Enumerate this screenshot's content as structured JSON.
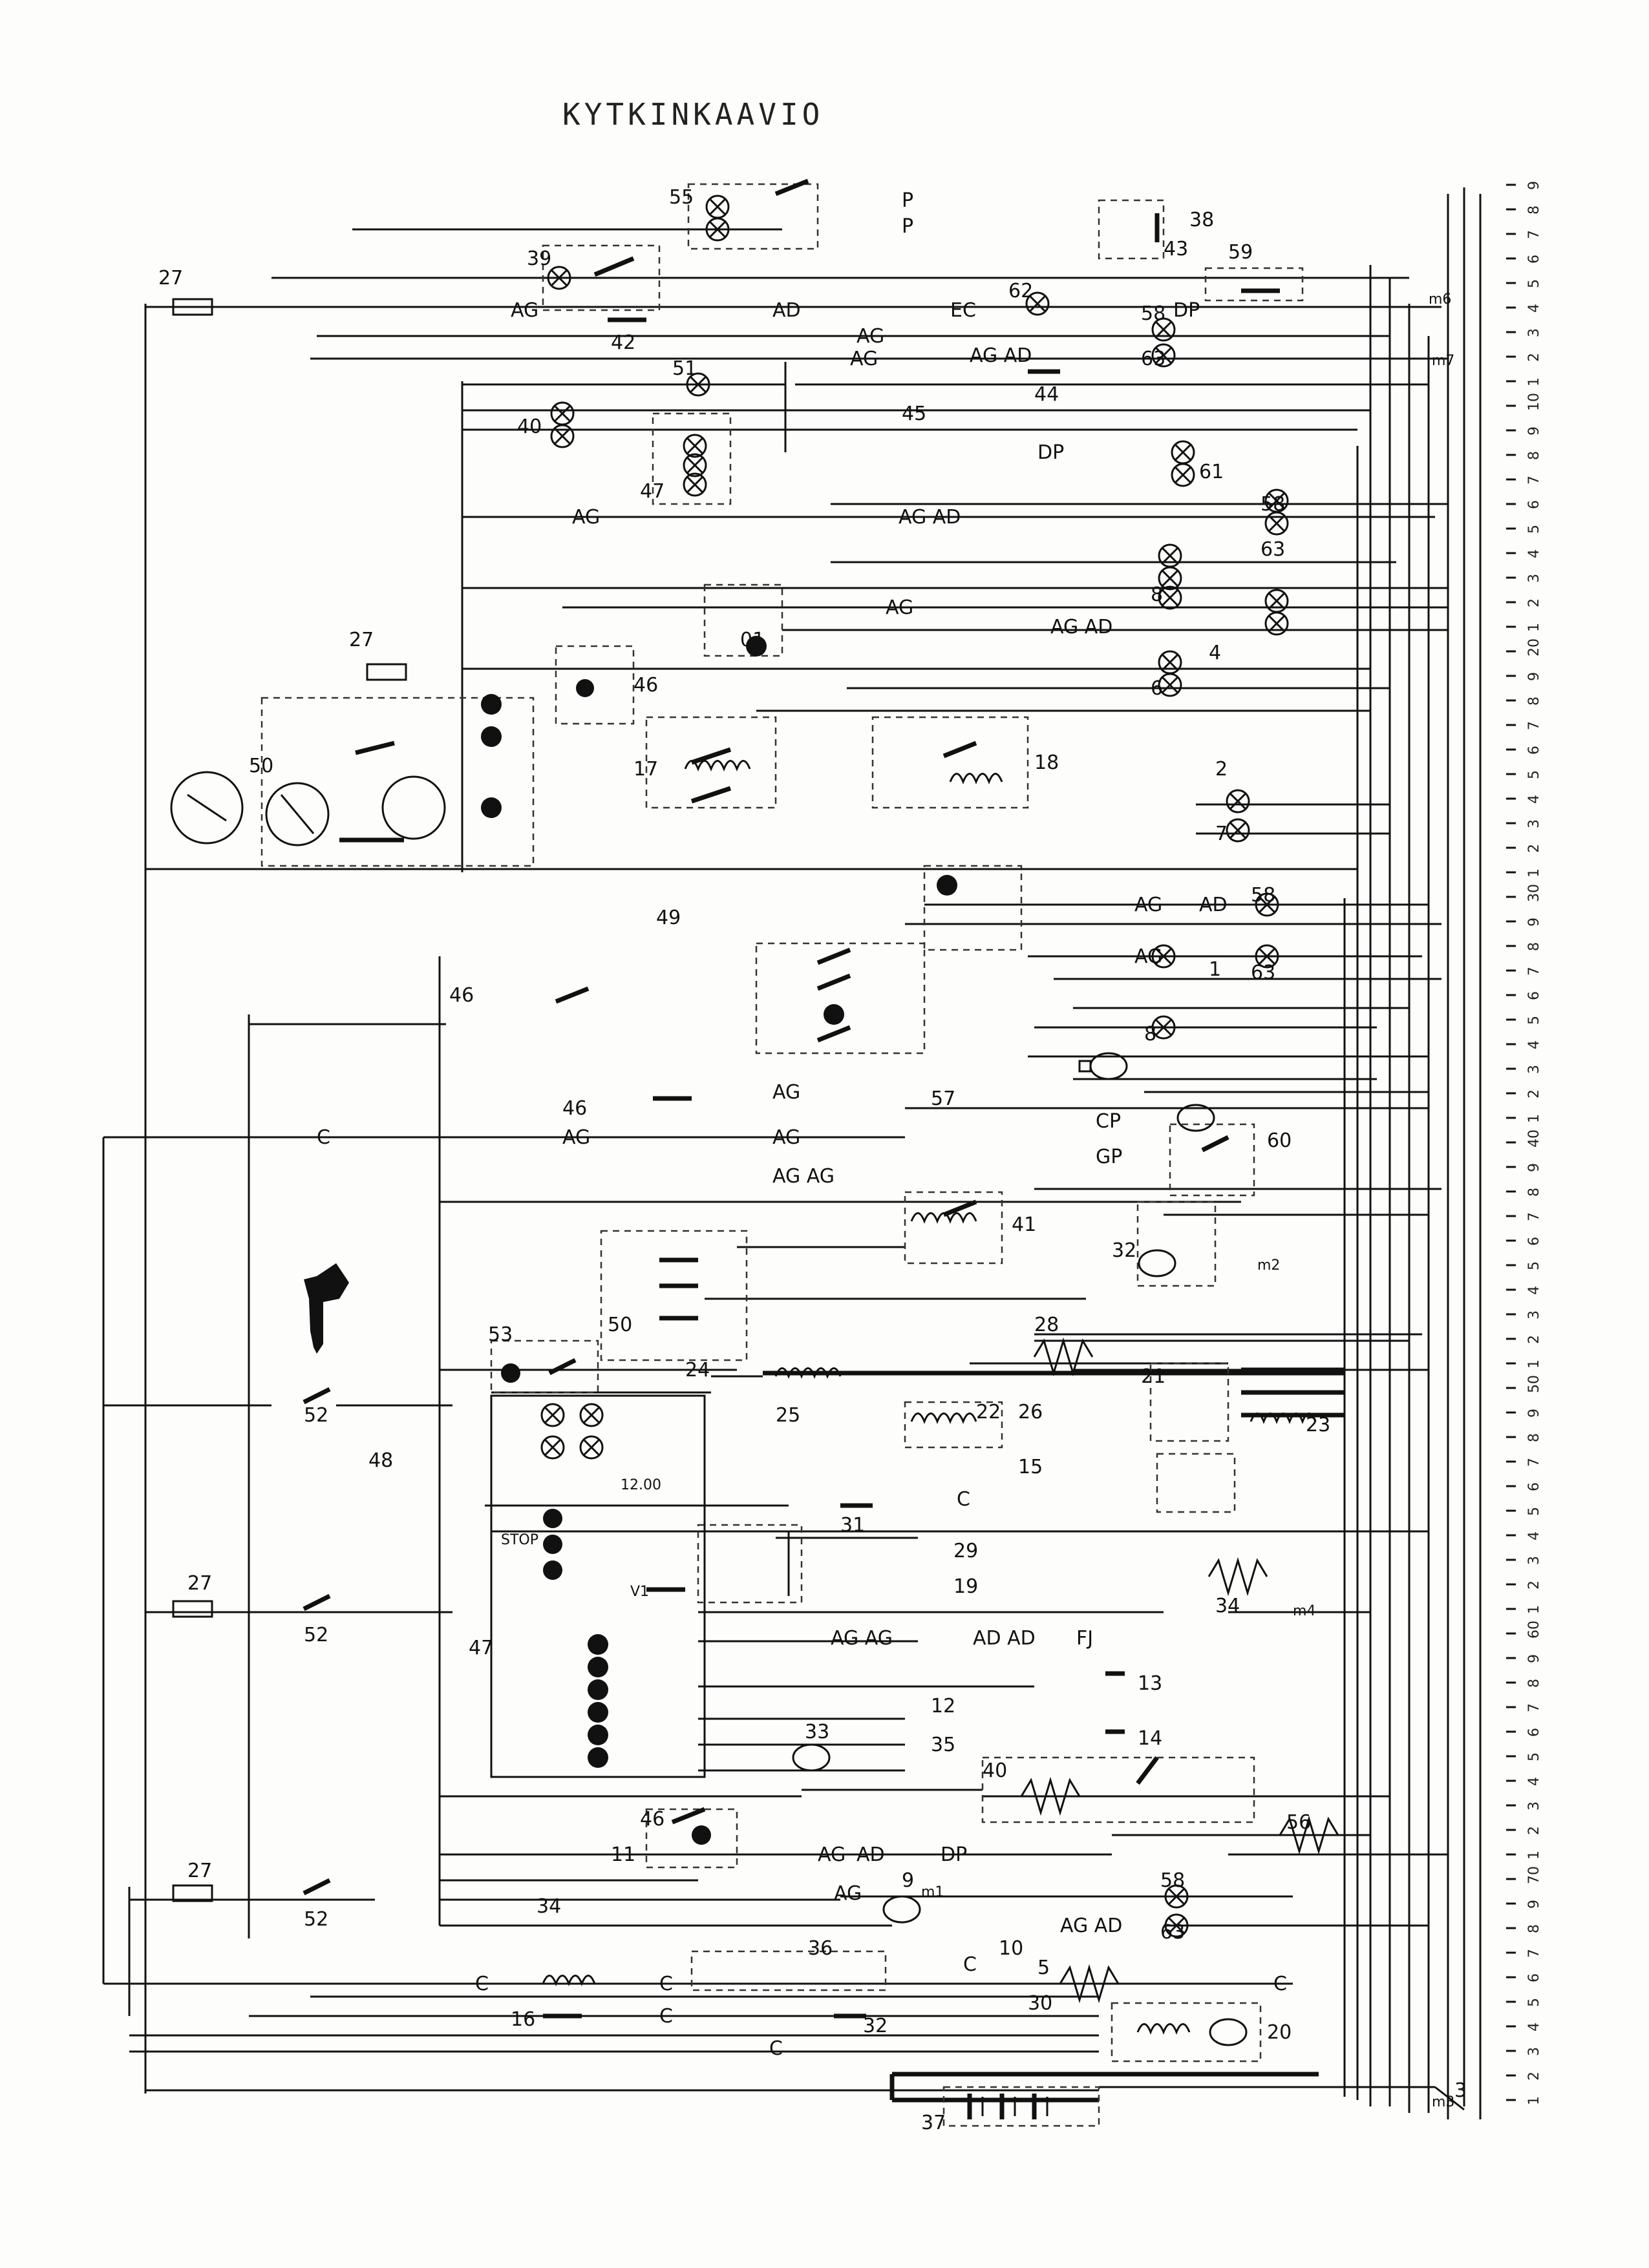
{
  "title": "KYTKINKAAVIO",
  "wire_codes": [
    {
      "text": "AG"
    },
    {
      "text": "AG"
    },
    {
      "text": "AD"
    },
    {
      "text": "AG"
    },
    {
      "text": "EC"
    },
    {
      "text": "DP"
    },
    {
      "text": "AG AD"
    },
    {
      "text": "P"
    },
    {
      "text": "P"
    },
    {
      "text": "AG"
    },
    {
      "text": "AG AD"
    },
    {
      "text": "DP"
    },
    {
      "text": "AG"
    },
    {
      "text": "AG AD"
    },
    {
      "text": "AG"
    },
    {
      "text": "AD"
    },
    {
      "text": "AG"
    },
    {
      "text": "AG"
    },
    {
      "text": "AG"
    },
    {
      "text": "AG"
    },
    {
      "text": "AG AG"
    },
    {
      "text": "CP"
    },
    {
      "text": "GP"
    },
    {
      "text": "AG AG"
    },
    {
      "text": "AD AD"
    },
    {
      "text": "FJ"
    },
    {
      "text": "AG"
    },
    {
      "text": "AD"
    },
    {
      "text": "DP"
    },
    {
      "text": "AG"
    },
    {
      "text": "AG AD"
    },
    {
      "text": "C"
    },
    {
      "text": "C"
    },
    {
      "text": "C"
    },
    {
      "text": "C"
    },
    {
      "text": "C"
    },
    {
      "text": "C"
    },
    {
      "text": "C"
    },
    {
      "text": "C"
    }
  ],
  "component_numbers": [
    {
      "text": "27"
    },
    {
      "text": "39"
    },
    {
      "text": "55"
    },
    {
      "text": "42"
    },
    {
      "text": "62"
    },
    {
      "text": "59"
    },
    {
      "text": "58"
    },
    {
      "text": "63"
    },
    {
      "text": "43"
    },
    {
      "text": "38"
    },
    {
      "text": "44"
    },
    {
      "text": "45"
    },
    {
      "text": "51"
    },
    {
      "text": "40"
    },
    {
      "text": "47"
    },
    {
      "text": "61"
    },
    {
      "text": "58"
    },
    {
      "text": "63"
    },
    {
      "text": "8"
    },
    {
      "text": "27"
    },
    {
      "text": "01"
    },
    {
      "text": "46"
    },
    {
      "text": "50"
    },
    {
      "text": "17"
    },
    {
      "text": "18"
    },
    {
      "text": "4"
    },
    {
      "text": "6"
    },
    {
      "text": "2"
    },
    {
      "text": "7"
    },
    {
      "text": "49"
    },
    {
      "text": "58"
    },
    {
      "text": "1"
    },
    {
      "text": "63"
    },
    {
      "text": "8"
    },
    {
      "text": "46"
    },
    {
      "text": "57"
    },
    {
      "text": "60"
    },
    {
      "text": "46"
    },
    {
      "text": "41"
    },
    {
      "text": "32"
    },
    {
      "text": "50"
    },
    {
      "text": "53"
    },
    {
      "text": "28"
    },
    {
      "text": "52"
    },
    {
      "text": "48"
    },
    {
      "text": "24"
    },
    {
      "text": "25"
    },
    {
      "text": "22"
    },
    {
      "text": "26"
    },
    {
      "text": "21"
    },
    {
      "text": "23"
    },
    {
      "text": "15"
    },
    {
      "text": "27"
    },
    {
      "text": "52"
    },
    {
      "text": "31"
    },
    {
      "text": "29"
    },
    {
      "text": "19"
    },
    {
      "text": "47"
    },
    {
      "text": "12"
    },
    {
      "text": "35"
    },
    {
      "text": "34"
    },
    {
      "text": "13"
    },
    {
      "text": "14"
    },
    {
      "text": "33"
    },
    {
      "text": "40"
    },
    {
      "text": "56"
    },
    {
      "text": "46"
    },
    {
      "text": "11"
    },
    {
      "text": "27"
    },
    {
      "text": "52"
    },
    {
      "text": "34"
    },
    {
      "text": "9"
    },
    {
      "text": "58"
    },
    {
      "text": "63"
    },
    {
      "text": "10"
    },
    {
      "text": "36"
    },
    {
      "text": "5"
    },
    {
      "text": "16"
    },
    {
      "text": "32"
    },
    {
      "text": "30"
    },
    {
      "text": "20"
    },
    {
      "text": "37"
    },
    {
      "text": "3"
    }
  ],
  "ground_marks": [
    {
      "text": "m6"
    },
    {
      "text": "m7"
    },
    {
      "text": "m2"
    },
    {
      "text": "m4"
    },
    {
      "text": "m1"
    },
    {
      "text": "m3"
    }
  ],
  "panel_texts": [
    {
      "text": "12.00"
    },
    {
      "text": "STOP"
    },
    {
      "text": "V1"
    }
  ],
  "edge_scale": [
    "1",
    "2",
    "3",
    "4",
    "5",
    "6",
    "7",
    "8",
    "9",
    "70",
    "1",
    "2",
    "3",
    "4",
    "5",
    "6",
    "7",
    "8",
    "9",
    "60",
    "1",
    "2",
    "3",
    "4",
    "5",
    "6",
    "7",
    "8",
    "9",
    "50",
    "1",
    "2",
    "3",
    "4",
    "5",
    "6",
    "7",
    "8",
    "9",
    "40",
    "1",
    "2",
    "3",
    "4",
    "5",
    "6",
    "7",
    "8",
    "9",
    "30",
    "1",
    "2",
    "3",
    "4",
    "5",
    "6",
    "7",
    "8",
    "9",
    "20",
    "1",
    "2",
    "3",
    "4",
    "5",
    "6",
    "7",
    "8",
    "9",
    "10",
    "1",
    "2",
    "3",
    "4",
    "5",
    "6",
    "7",
    "8",
    "9"
  ]
}
